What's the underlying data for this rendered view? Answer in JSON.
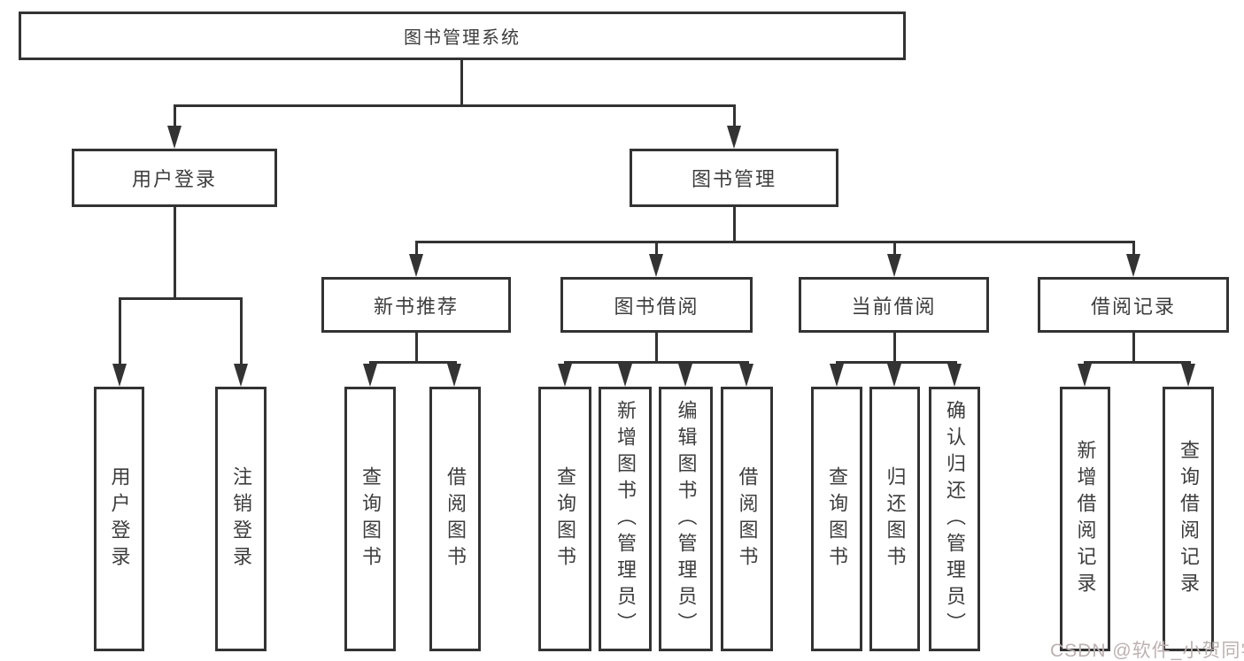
{
  "diagram_title": "图书管理系统",
  "nodes": {
    "root": "图书管理系统",
    "user_login": "用户登录",
    "book_mgmt": "图书管理",
    "new_book": "新书推荐",
    "book_borrow": "图书借阅",
    "current_borrow": "当前借阅",
    "borrow_record": "借阅记录",
    "ul_login": "用户登录",
    "ul_logout": "注销登录",
    "nb_query": "查询图书",
    "nb_borrow": "借阅图书",
    "bb_query": "查询图书",
    "bb_add": "新增图书（管理员）",
    "bb_edit": "编辑图书（管理员）",
    "bb_borrow": "借阅图书",
    "cb_query": "查询图书",
    "cb_return": "归还图书",
    "cb_confirm": "确认归还（管理员）",
    "br_add": "新增借阅记录",
    "br_query": "查询借阅记录"
  },
  "hierarchy": {
    "图书管理系统": {
      "用户登录": [
        "用户登录",
        "注销登录"
      ],
      "图书管理": {
        "新书推荐": [
          "查询图书",
          "借阅图书"
        ],
        "图书借阅": [
          "查询图书",
          "新增图书（管理员）",
          "编辑图书（管理员）",
          "借阅图书"
        ],
        "当前借阅": [
          "查询图书",
          "归还图书",
          "确认归还（管理员）"
        ],
        "借阅记录": [
          "新增借阅记录",
          "查询借阅记录"
        ]
      }
    }
  },
  "watermark": "CSDN @软件_小贺同学",
  "colors": {
    "line": "#333333",
    "text": "#3d3d3d",
    "background": "#ffffff",
    "watermark": "#bdb1b1"
  }
}
